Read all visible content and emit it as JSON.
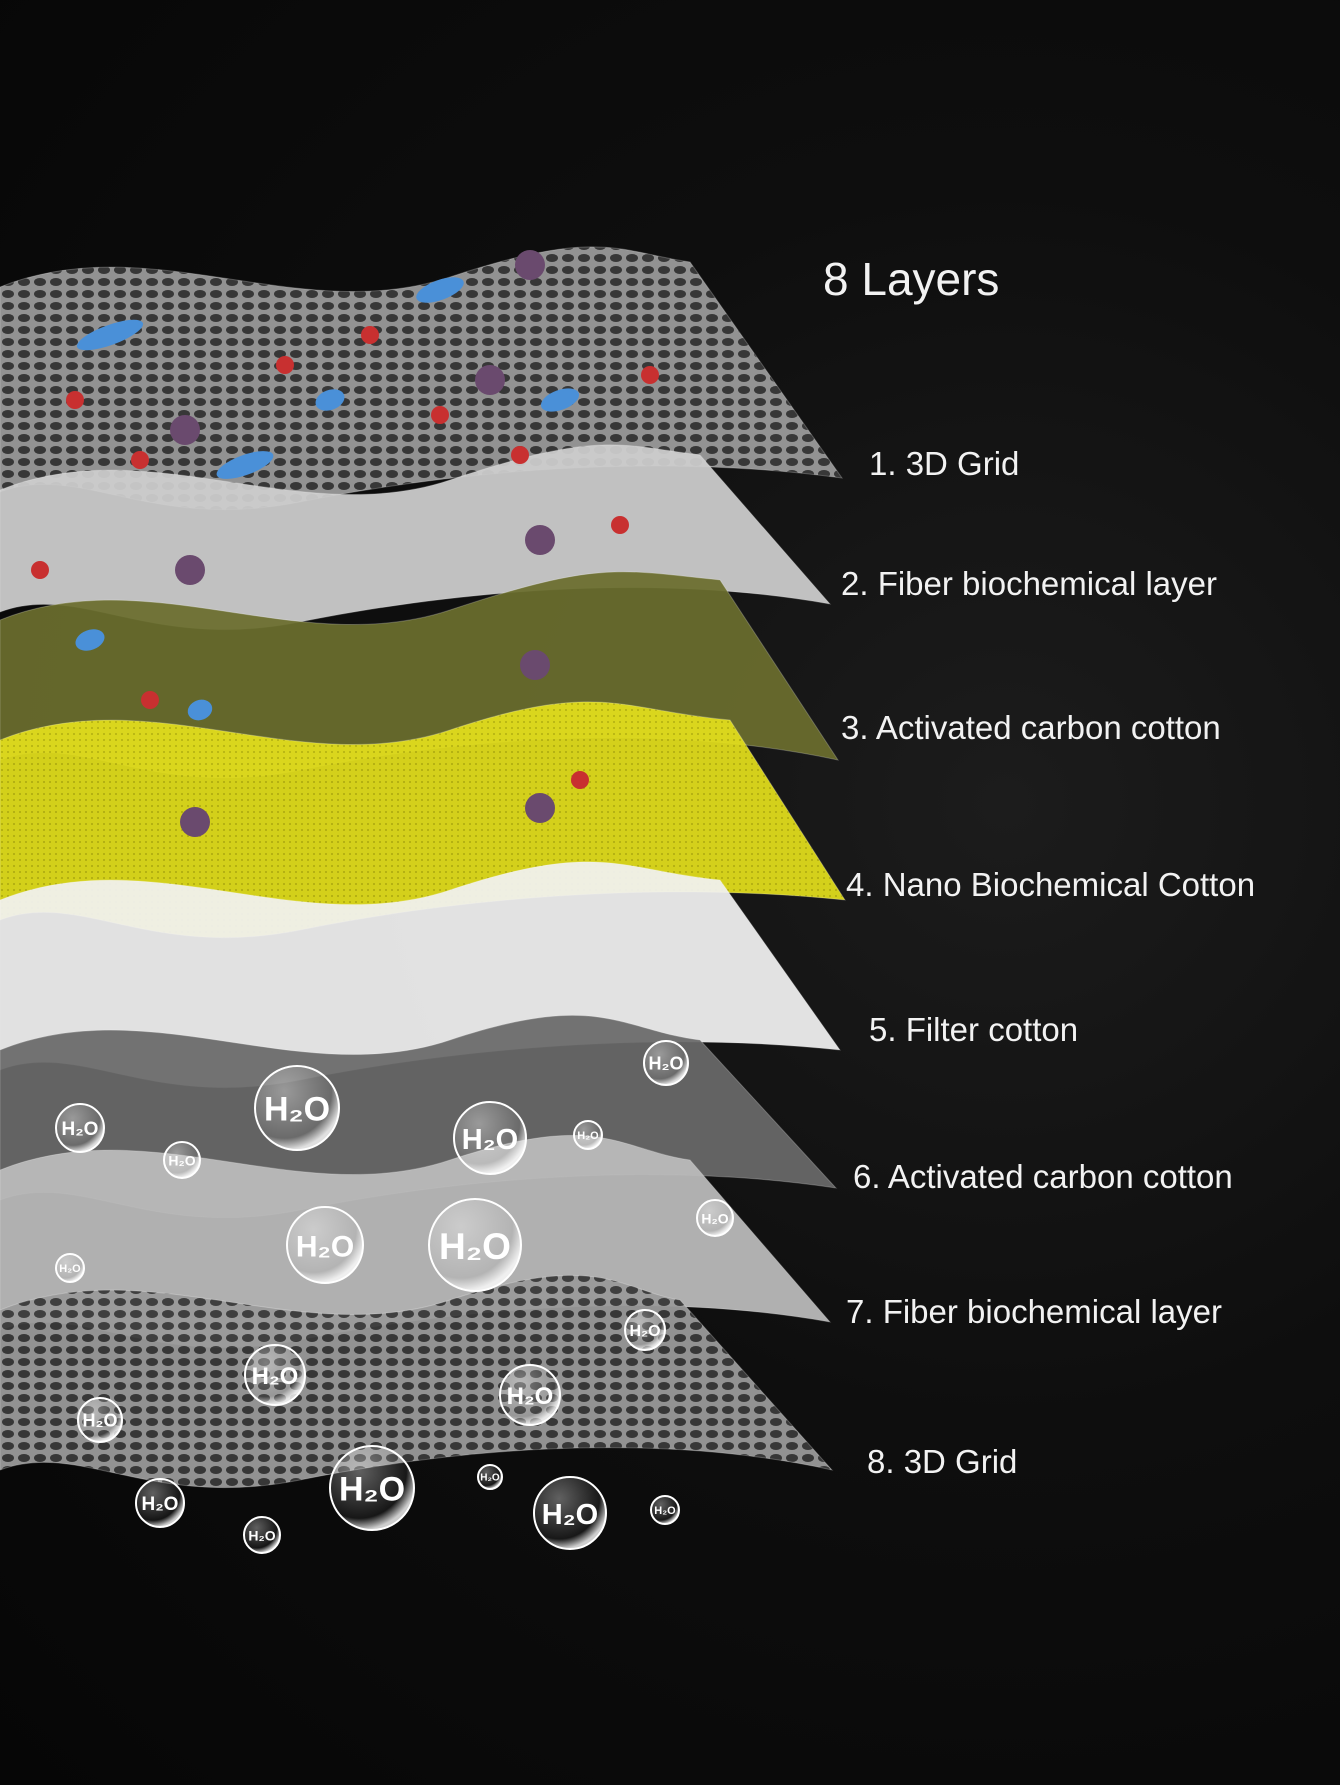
{
  "title": "8 Layers",
  "bubble_label": "H₂O",
  "layers": [
    {
      "label": "1. 3D Grid",
      "kind": "grid",
      "color": "#d8d8d8"
    },
    {
      "label": "2. Fiber biochemical layer",
      "kind": "fiber",
      "color": "#cfcfcf"
    },
    {
      "label": "3. Activated carbon cotton",
      "kind": "carbon",
      "color": "#6b6e2e"
    },
    {
      "label": "4. Nano Biochemical Cotton",
      "kind": "nano",
      "color": "#e6e21a"
    },
    {
      "label": "5. Filter cotton",
      "kind": "filter",
      "color": "#f2f2f2"
    },
    {
      "label": "6. Activated carbon cotton",
      "kind": "carbon",
      "color": "#6a6a6a"
    },
    {
      "label": "7. Fiber biochemical layer",
      "kind": "fiber",
      "color": "#bdbdbd"
    },
    {
      "label": "8. 3D Grid",
      "kind": "grid",
      "color": "#cfcfcf"
    }
  ]
}
